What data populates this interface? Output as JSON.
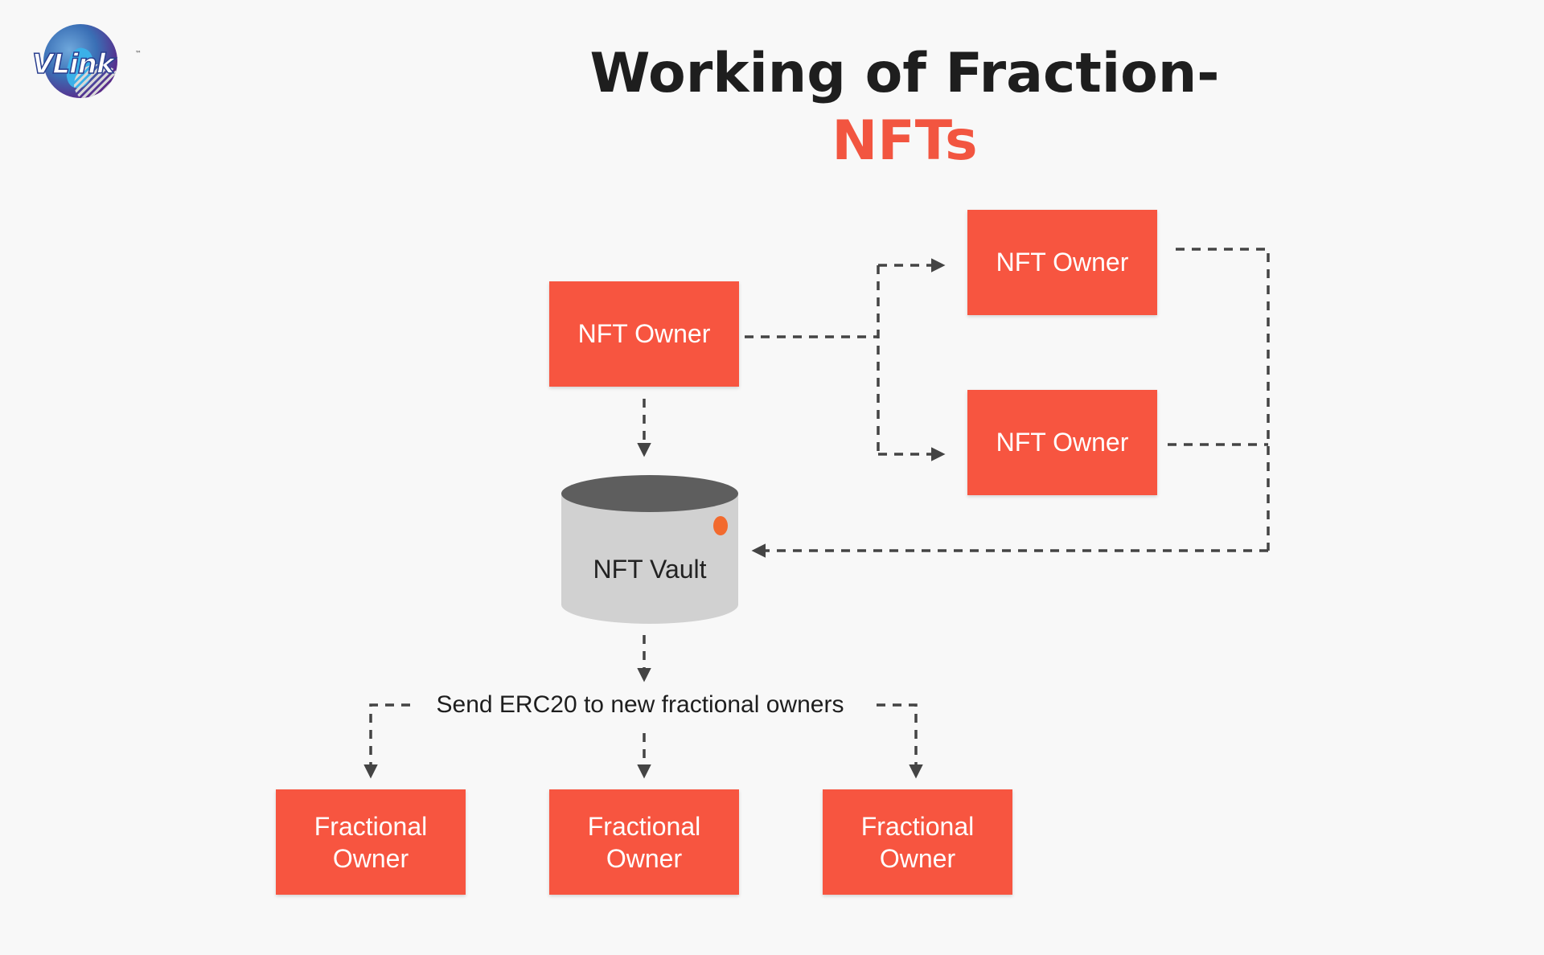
{
  "logo": {
    "text": "VLink",
    "tm": "™"
  },
  "title": {
    "line1": "Working of Fraction-",
    "line2": "NFTs"
  },
  "nodes": {
    "nft_owner_main": "NFT Owner",
    "nft_owner_top": "NFT Owner",
    "nft_owner_bottom": "NFT Owner",
    "vault": "NFT Vault",
    "fractional_owner_1": [
      "Fractional",
      "Owner"
    ],
    "fractional_owner_2": [
      "Fractional",
      "Owner"
    ],
    "fractional_owner_3": [
      "Fractional",
      "Owner"
    ]
  },
  "caption": "Send ERC20 to new fractional owners",
  "colors": {
    "accent": "#f75540",
    "title_dark": "#1e1e1e",
    "title_accent": "#f25540",
    "vault_body": "#d1d1d1",
    "vault_top": "#5e5e5e",
    "vault_dot": "#f26a2e",
    "connector": "#444444",
    "background": "#f8f8f8"
  }
}
